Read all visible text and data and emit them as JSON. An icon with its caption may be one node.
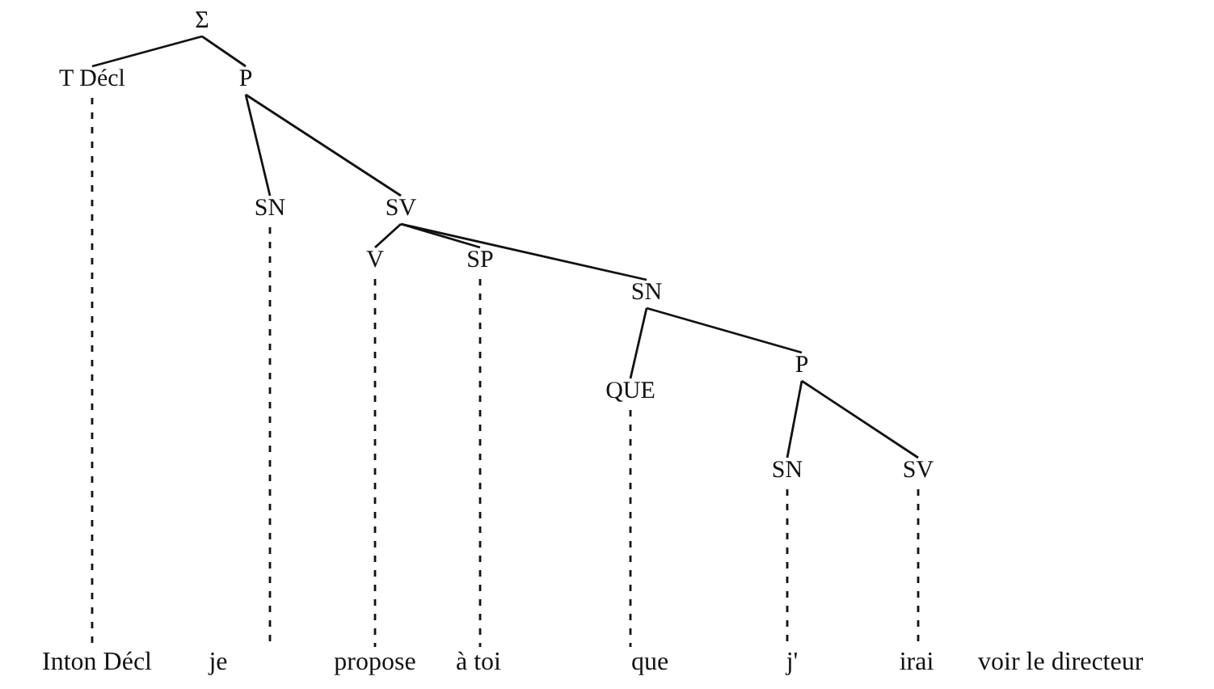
{
  "diagram": {
    "nodes": [
      {
        "text": [
          "Σ"
        ]
      },
      {
        "text": [
          "T Décl"
        ]
      },
      {
        "text": [
          "P"
        ]
      },
      {
        "text": [
          "SN"
        ]
      },
      {
        "text": [
          "SV"
        ]
      },
      {
        "text": [
          "V"
        ]
      },
      {
        "text": [
          "SP"
        ]
      },
      {
        "text": [
          "SN"
        ]
      },
      {
        "text": [
          "QUE"
        ]
      },
      {
        "text": [
          "P"
        ]
      },
      {
        "text": [
          "SN"
        ]
      },
      {
        "text": [
          "SV"
        ]
      },
      {
        "text": [
          "Inton Décl"
        ]
      },
      {
        "text": [
          "je"
        ]
      },
      {
        "text": [
          "propose"
        ]
      },
      {
        "text": [
          "à toi"
        ]
      },
      {
        "text": [
          "que"
        ]
      },
      {
        "text": [
          "j'"
        ]
      },
      {
        "text": [
          "irai"
        ]
      }
    ],
    "edges": [
      {
        "from": 0,
        "to": 1,
        "arrow": "none"
      },
      {
        "from": 0,
        "to": 2,
        "arrow": "none"
      },
      {
        "from": 2,
        "to": 3,
        "arrow": "none"
      },
      {
        "from": 2,
        "to": 4,
        "arrow": "none"
      },
      {
        "from": 4,
        "to": 5,
        "arrow": "none"
      },
      {
        "from": 4,
        "to": 6,
        "arrow": "none"
      },
      {
        "from": 4,
        "to": 7,
        "arrow": "none"
      },
      {
        "from": 7,
        "to": 8,
        "arrow": "none"
      },
      {
        "from": 7,
        "to": 9,
        "arrow": "none"
      },
      {
        "from": 9,
        "to": 10,
        "arrow": "none"
      },
      {
        "from": 9,
        "to": 11,
        "arrow": "none"
      },
      {
        "from": 1,
        "to": 12,
        "arrow": "none",
        "style": "dashed"
      },
      {
        "from": 3,
        "to": 13,
        "arrow": "none",
        "style": "dashed"
      },
      {
        "from": 5,
        "to": 14,
        "arrow": "none",
        "style": "dashed"
      },
      {
        "from": 6,
        "to": 15,
        "arrow": "none",
        "style": "dashed"
      },
      {
        "from": 8,
        "to": 16,
        "arrow": "none",
        "style": "dashed"
      },
      {
        "from": 10,
        "to": 17,
        "arrow": "none",
        "style": "dashed"
      },
      {
        "from": 11,
        "to": 18,
        "arrow": "none",
        "style": "dashed"
      }
    ],
    "labels": [
      "voir le directeur"
    ]
  }
}
